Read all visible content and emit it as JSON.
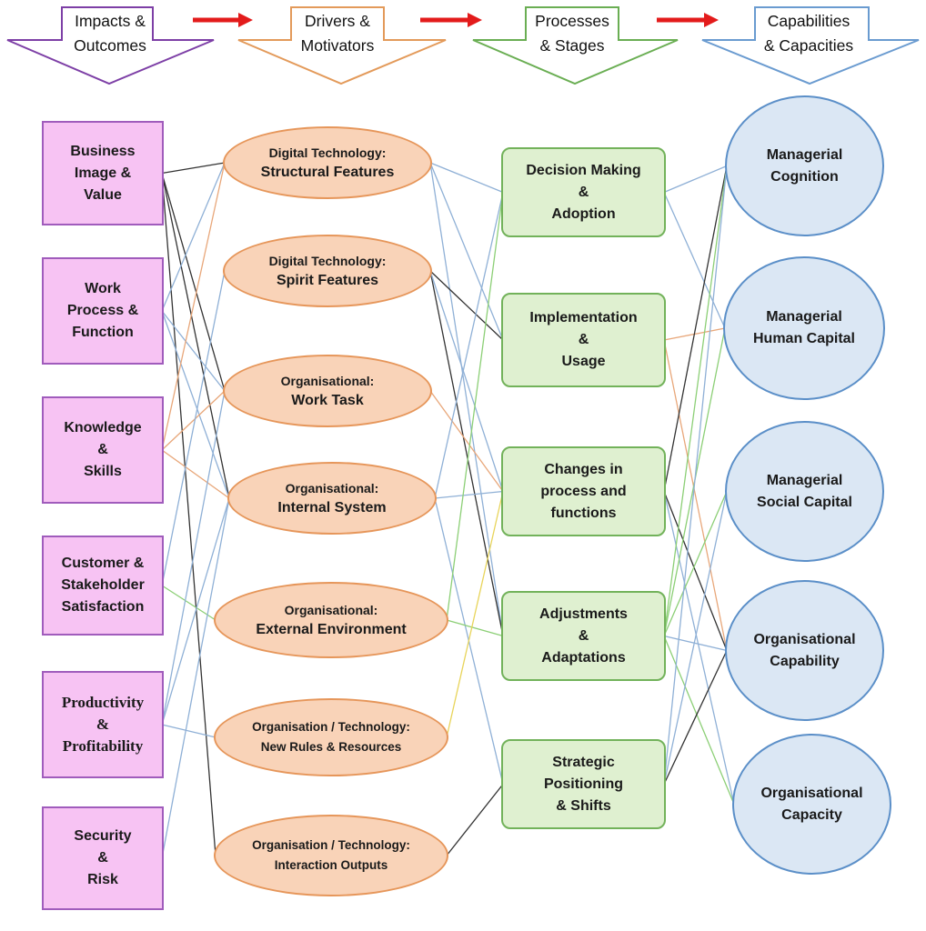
{
  "header": {
    "col1": [
      "Impacts &",
      "Outcomes"
    ],
    "col2": [
      "Drivers &",
      "Motivators"
    ],
    "col3": [
      "Processes",
      "& Stages"
    ],
    "col4": [
      "Capabilities",
      "& Capacities"
    ]
  },
  "impacts": [
    {
      "id": "i1",
      "lines": [
        "Business",
        "Image &",
        "Value"
      ]
    },
    {
      "id": "i2",
      "lines": [
        "Work",
        "Process &",
        "Function"
      ]
    },
    {
      "id": "i3",
      "lines": [
        "Knowledge",
        "&",
        "Skills"
      ]
    },
    {
      "id": "i4",
      "lines": [
        "Customer &",
        "Stakeholder",
        "Satisfaction"
      ]
    },
    {
      "id": "i5",
      "lines": [
        "Productivity",
        "&",
        "Profitability"
      ]
    },
    {
      "id": "i6",
      "lines": [
        "Security",
        "&",
        "Risk"
      ]
    }
  ],
  "drivers": [
    {
      "id": "d1",
      "lines": [
        "Digital Technology:",
        "Structural Features"
      ]
    },
    {
      "id": "d2",
      "lines": [
        "Digital Technology:",
        "Spirit Features"
      ]
    },
    {
      "id": "d3",
      "lines": [
        "Organisational:",
        "Work Task"
      ]
    },
    {
      "id": "d4",
      "lines": [
        "Organisational:",
        "Internal System"
      ]
    },
    {
      "id": "d5",
      "lines": [
        "Organisational:",
        "External Environment"
      ]
    },
    {
      "id": "d6",
      "lines": [
        "Organisation / Technology:",
        "New Rules & Resources"
      ]
    },
    {
      "id": "d7",
      "lines": [
        "Organisation / Technology:",
        "Interaction Outputs"
      ]
    }
  ],
  "processes": [
    {
      "id": "p1",
      "lines": [
        "Decision Making",
        "&",
        "Adoption"
      ]
    },
    {
      "id": "p2",
      "lines": [
        "Implementation",
        "&",
        "Usage"
      ]
    },
    {
      "id": "p3",
      "lines": [
        "Changes in",
        "process and",
        "functions"
      ]
    },
    {
      "id": "p4",
      "lines": [
        "Adjustments",
        "&",
        "Adaptations"
      ]
    },
    {
      "id": "p5",
      "lines": [
        "Strategic",
        "Positioning",
        "& Shifts"
      ]
    }
  ],
  "capabilities": [
    {
      "id": "c1",
      "lines": [
        "Managerial",
        "Cognition"
      ]
    },
    {
      "id": "c2",
      "lines": [
        "Managerial",
        "Human Capital"
      ]
    },
    {
      "id": "c3",
      "lines": [
        "Managerial",
        "Social Capital"
      ]
    },
    {
      "id": "c4",
      "lines": [
        "Organisational",
        "Capability"
      ]
    },
    {
      "id": "c5",
      "lines": [
        "Organisational",
        "Capacity"
      ]
    }
  ],
  "colors": {
    "impact_fill": "#f7c3f3",
    "impact_border": "#a05cbc",
    "driver_fill": "#f9d3b8",
    "driver_border": "#e6965a",
    "process_fill": "#dff0d0",
    "process_border": "#72b25a",
    "cap_fill": "#dbe7f4",
    "cap_border": "#5b8fc8",
    "flow_arrow": "#e31b1b",
    "edge_black": "#333333",
    "edge_blue": "#8fb0d6",
    "edge_orange": "#e8a77a",
    "edge_green": "#8ccf76",
    "edge_yellow": "#e8d45a"
  },
  "edges": [
    {
      "from": "i1",
      "to": "d1",
      "color": "edge_black"
    },
    {
      "from": "i1",
      "to": "d4",
      "color": "edge_black"
    },
    {
      "from": "i1",
      "to": "d7",
      "color": "edge_black"
    },
    {
      "from": "i1",
      "to": "d3",
      "color": "edge_black"
    },
    {
      "from": "i2",
      "to": "d1",
      "color": "edge_blue"
    },
    {
      "from": "i2",
      "to": "d4",
      "color": "edge_blue"
    },
    {
      "from": "i2",
      "to": "d3",
      "color": "edge_blue"
    },
    {
      "from": "i3",
      "to": "d1",
      "color": "edge_orange"
    },
    {
      "from": "i3",
      "to": "d3",
      "color": "edge_orange"
    },
    {
      "from": "i3",
      "to": "d4",
      "color": "edge_orange"
    },
    {
      "from": "i4",
      "to": "d5",
      "color": "edge_green"
    },
    {
      "from": "i4",
      "to": "d2",
      "color": "edge_blue"
    },
    {
      "from": "i5",
      "to": "d6",
      "color": "edge_blue"
    },
    {
      "from": "i5",
      "to": "d3",
      "color": "edge_blue"
    },
    {
      "from": "i5",
      "to": "d4",
      "color": "edge_blue"
    },
    {
      "from": "i6",
      "to": "d4",
      "color": "edge_blue"
    },
    {
      "from": "d1",
      "to": "p1",
      "color": "edge_blue"
    },
    {
      "from": "d1",
      "to": "p2",
      "color": "edge_blue"
    },
    {
      "from": "d1",
      "to": "p4",
      "color": "edge_blue"
    },
    {
      "from": "d2",
      "to": "p2",
      "color": "edge_black"
    },
    {
      "from": "d2",
      "to": "p4",
      "color": "edge_black"
    },
    {
      "from": "d2",
      "to": "p3",
      "color": "edge_blue"
    },
    {
      "from": "d3",
      "to": "p3",
      "color": "edge_orange"
    },
    {
      "from": "d4",
      "to": "p3",
      "color": "edge_blue"
    },
    {
      "from": "d4",
      "to": "p1",
      "color": "edge_blue"
    },
    {
      "from": "d4",
      "to": "p5",
      "color": "edge_blue"
    },
    {
      "from": "d5",
      "to": "p1",
      "color": "edge_green"
    },
    {
      "from": "d5",
      "to": "p4",
      "color": "edge_green"
    },
    {
      "from": "d6",
      "to": "p3",
      "color": "edge_yellow"
    },
    {
      "from": "d7",
      "to": "p5",
      "color": "edge_black"
    },
    {
      "from": "p1",
      "to": "c1",
      "color": "edge_blue"
    },
    {
      "from": "p1",
      "to": "c2",
      "color": "edge_blue"
    },
    {
      "from": "p2",
      "to": "c2",
      "color": "edge_orange"
    },
    {
      "from": "p2",
      "to": "c4",
      "color": "edge_orange"
    },
    {
      "from": "p3",
      "to": "c1",
      "color": "edge_black"
    },
    {
      "from": "p3",
      "to": "c4",
      "color": "edge_black"
    },
    {
      "from": "p3",
      "to": "c5",
      "color": "edge_blue"
    },
    {
      "from": "p4",
      "to": "c1",
      "color": "edge_green"
    },
    {
      "from": "p4",
      "to": "c2",
      "color": "edge_green"
    },
    {
      "from": "p4",
      "to": "c3",
      "color": "edge_green"
    },
    {
      "from": "p4",
      "to": "c4",
      "color": "edge_blue"
    },
    {
      "from": "p4",
      "to": "c5",
      "color": "edge_green"
    },
    {
      "from": "p5",
      "to": "c1",
      "color": "edge_blue"
    },
    {
      "from": "p5",
      "to": "c3",
      "color": "edge_blue"
    },
    {
      "from": "p5",
      "to": "c4",
      "color": "edge_black"
    }
  ]
}
